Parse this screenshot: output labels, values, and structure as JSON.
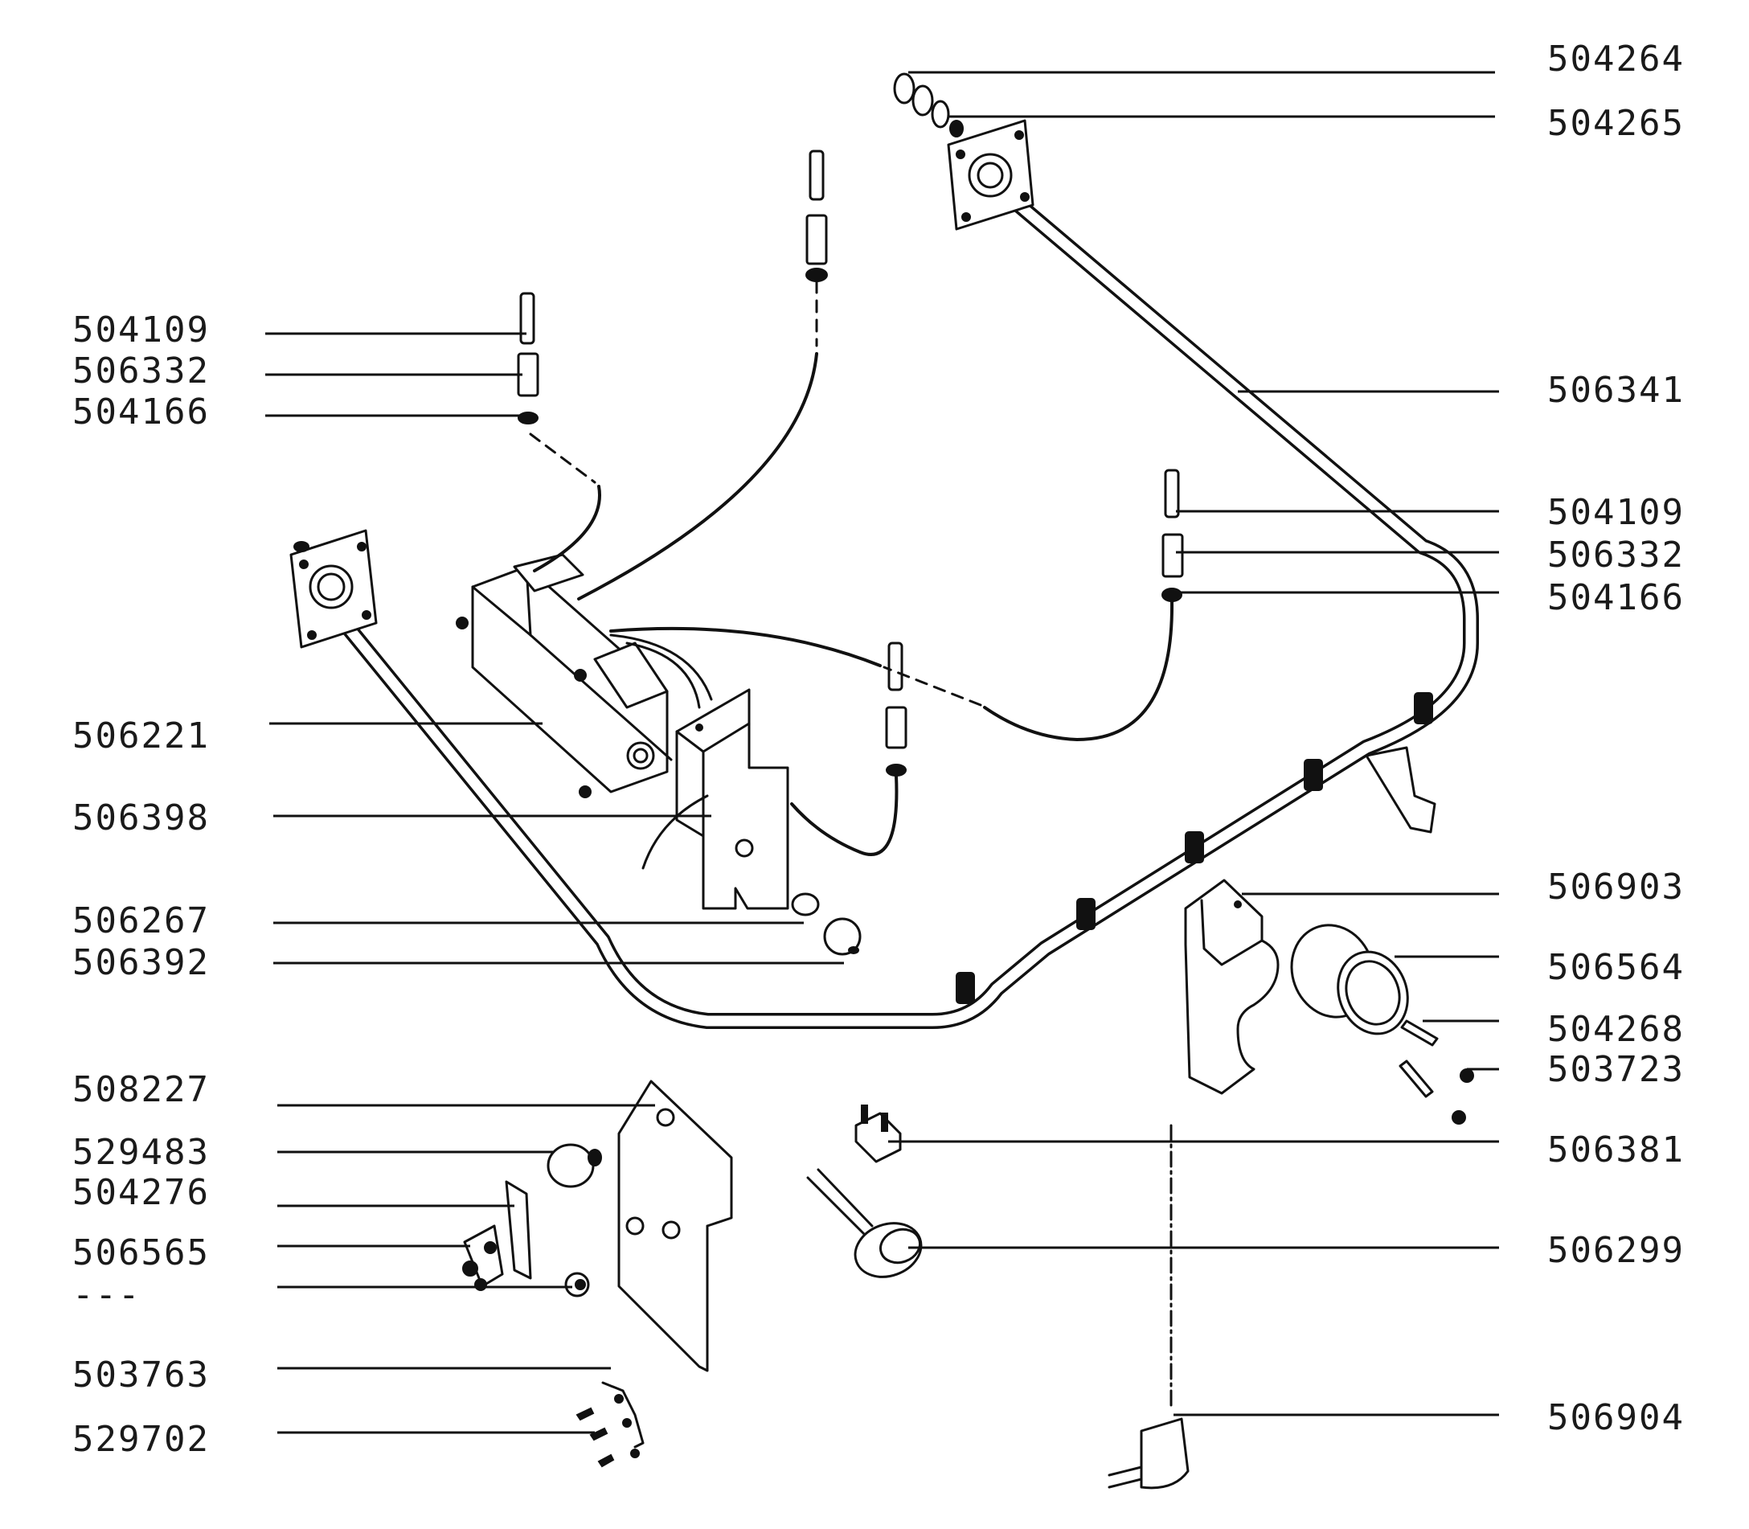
{
  "labels_left": [
    {
      "key": "504109",
      "text": "504109"
    },
    {
      "key": "506332",
      "text": "506332"
    },
    {
      "key": "504166",
      "text": "504166"
    },
    {
      "key": "506221",
      "text": "506221"
    },
    {
      "key": "506398",
      "text": "506398"
    },
    {
      "key": "506267",
      "text": "506267"
    },
    {
      "key": "506392",
      "text": "506392"
    },
    {
      "key": "508227",
      "text": "508227"
    },
    {
      "key": "529483",
      "text": "529483"
    },
    {
      "key": "504276",
      "text": "504276"
    },
    {
      "key": "506565",
      "text": "506565"
    },
    {
      "key": "dashes",
      "text": "---"
    },
    {
      "key": "503763",
      "text": "503763"
    },
    {
      "key": "529702",
      "text": "529702"
    }
  ],
  "labels_right": [
    {
      "key": "504264",
      "text": "504264"
    },
    {
      "key": "504265",
      "text": "504265"
    },
    {
      "key": "506341",
      "text": "506341"
    },
    {
      "key": "504109",
      "text": "504109"
    },
    {
      "key": "506332",
      "text": "506332"
    },
    {
      "key": "504166",
      "text": "504166"
    },
    {
      "key": "506903",
      "text": "506903"
    },
    {
      "key": "506564",
      "text": "506564"
    },
    {
      "key": "504268",
      "text": "504268"
    },
    {
      "key": "503723",
      "text": "503723"
    },
    {
      "key": "506381",
      "text": "506381"
    },
    {
      "key": "506299",
      "text": "506299"
    },
    {
      "key": "506904",
      "text": "506904"
    }
  ],
  "colors": {
    "ink": "#111111",
    "paper": "#ffffff"
  }
}
